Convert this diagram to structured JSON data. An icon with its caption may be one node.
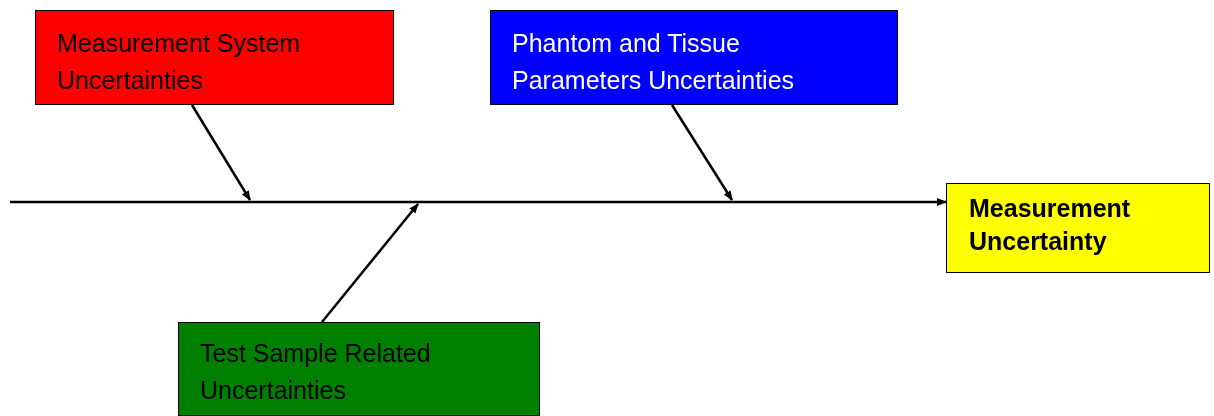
{
  "diagram": {
    "nodes": [
      {
        "text": [
          "Measurement System Uncertainties"
        ]
      },
      {
        "text": [
          "Phantom and Tissue Parameters Uncertainties"
        ]
      },
      {
        "text": [
          "Test Sample Related Uncertainties"
        ]
      },
      {
        "text": [
          "Measurement Uncertainty"
        ]
      }
    ],
    "edges": [
      {
        "from": 0,
        "to": null,
        "arrow": "to"
      },
      {
        "from": 1,
        "to": null,
        "arrow": "to"
      },
      {
        "from": 2,
        "to": null,
        "arrow": "to"
      },
      {
        "from": null,
        "to": 3,
        "arrow": "to"
      }
    ]
  }
}
